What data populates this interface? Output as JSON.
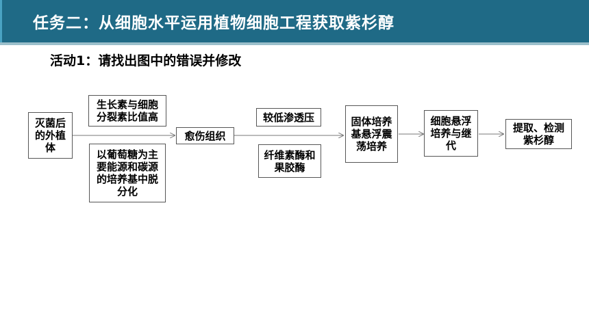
{
  "header": {
    "title": "任务二：从细胞水平运用植物细胞工程获取紫杉醇"
  },
  "activity": {
    "label": "活动1：请找出图中的错误并修改"
  },
  "diagram": {
    "nodes": {
      "explant": "灭菌后的外植体",
      "auxin_ratio": "生长素与细胞分裂素比值高",
      "glucose_medium": "以葡萄糖为主要能源和碳源的培养基中脱分化",
      "callus": "愈伤组织",
      "low_osmotic": "较低渗透压",
      "enzymes": "纤维素酶和果胶酶",
      "solid_culture": "固体培养基悬浮震荡培养",
      "cell_suspension": "细胞悬浮培养与继代",
      "extract": "提取、检测紫杉醇"
    }
  },
  "colors": {
    "header_bg": "#1f6a86",
    "header_strip": "#9bbfcb",
    "border": "#555555",
    "arrow": "#777777"
  }
}
